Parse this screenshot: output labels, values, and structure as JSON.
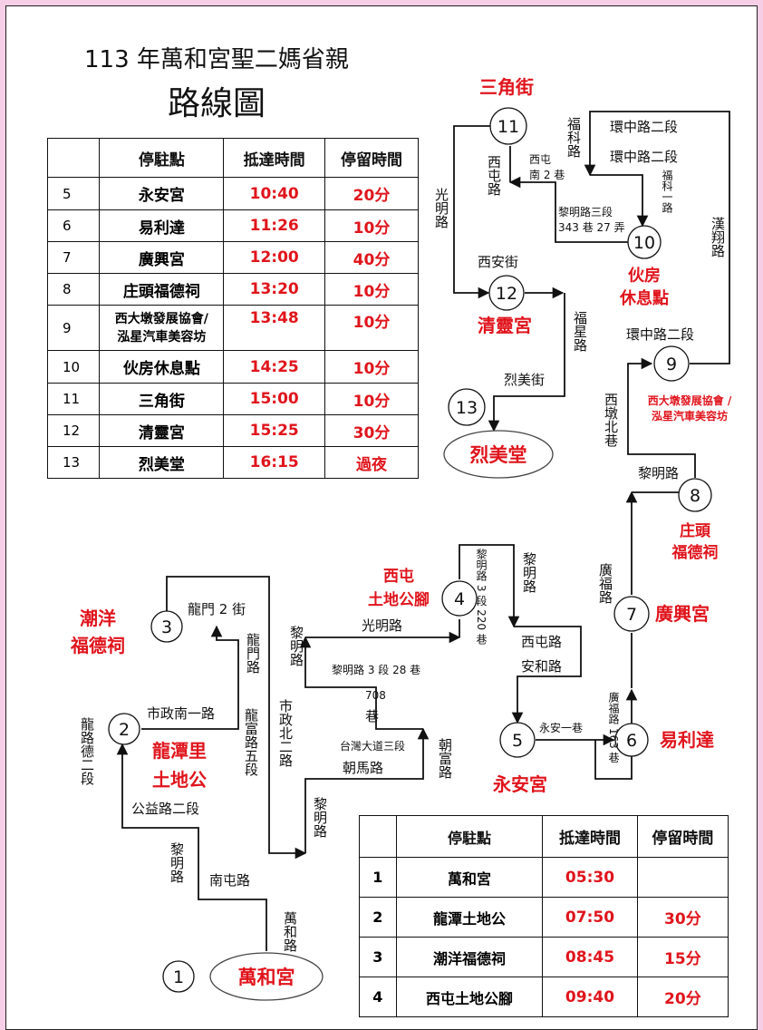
{
  "title": {
    "line1": "113 年萬和宮聖二媽省親",
    "line2": "路線圖"
  },
  "table_top": {
    "headers": [
      "",
      "停駐點",
      "抵達時間",
      "停留時間"
    ],
    "rows": [
      {
        "no": "5",
        "stop": "永安宮",
        "arrive": "10:40",
        "stay": "20分"
      },
      {
        "no": "6",
        "stop": "易利達",
        "arrive": "11:26",
        "stay": "10分"
      },
      {
        "no": "7",
        "stop": "廣興宮",
        "arrive": "12:00",
        "stay": "40分"
      },
      {
        "no": "8",
        "stop": "庄頭福德祠",
        "arrive": "13:20",
        "stay": "10分"
      },
      {
        "no": "9",
        "stop_line1": "西大墩發展協會/",
        "stop_line2": "泓星汽車美容坊",
        "arrive": "13:48",
        "stay": "10分"
      },
      {
        "no": "10",
        "stop": "伙房休息點",
        "arrive": "14:25",
        "stay": "10分"
      },
      {
        "no": "11",
        "stop": "三角街",
        "arrive": "15:00",
        "stay": "10分"
      },
      {
        "no": "12",
        "stop": "清靈宮",
        "arrive": "15:25",
        "stay": "30分"
      },
      {
        "no": "13",
        "stop": "烈美堂",
        "arrive": "16:15",
        "stay": "過夜"
      }
    ]
  },
  "table_bottom": {
    "headers": [
      "",
      "停駐點",
      "抵達時間",
      "停留時間"
    ],
    "rows": [
      {
        "no": "1",
        "stop": "萬和宮",
        "arrive": "05:30",
        "stay": ""
      },
      {
        "no": "2",
        "stop": "龍潭土地公",
        "arrive": "07:50",
        "stay": "30分"
      },
      {
        "no": "3",
        "stop": "潮洋福德祠",
        "arrive": "08:45",
        "stay": "15分"
      },
      {
        "no": "4",
        "stop": "西屯土地公腳",
        "arrive": "09:40",
        "stay": "20分"
      }
    ]
  },
  "stops": {
    "n1": "1",
    "n2": "2",
    "n3": "3",
    "n4": "4",
    "n5": "5",
    "n6": "6",
    "n7": "7",
    "n8": "8",
    "n9": "9",
    "n10": "10",
    "n11": "11",
    "n12": "12",
    "n13": "13"
  },
  "places": {
    "wanhe": "萬和宮",
    "longtan1": "龍潭里",
    "longtan2": "土地公",
    "chaoyang1": "潮洋",
    "chaoyang2": "福德祠",
    "xitun1": "西屯",
    "xitun2": "土地公腳",
    "yongan": "永安宮",
    "yilida": "易利達",
    "guangxing": "廣興宮",
    "zhuangtou1": "庄頭",
    "zhuangtou2": "福德祠",
    "xida1": "西大墩發展協會 /",
    "xida2": "泓星汽車美容坊",
    "huofang1": "伙房",
    "huofang2": "休息點",
    "sanjiao": "三角街",
    "qingling": "清靈宮",
    "liemei": "烈美堂"
  },
  "roads": {
    "wanhe_rd": "萬和路",
    "nantun_rd": "南屯路",
    "liming_rd": "黎明路",
    "gongyi": "公益路二段",
    "longlu_de2": "龍路德二段",
    "shizheng_s1": "市政南一路",
    "longfu5": "龍富路五段",
    "longmen_rd": "龍門路",
    "longmen2": "龍門 2 街",
    "shizheng_n2": "市政北二路",
    "liming_rd2": "黎明路",
    "chaoma": "朝馬路",
    "taiwan3": "台灣大道三段",
    "chaofu": "朝富路",
    "alley708a": "708",
    "alley708b": "巷",
    "liming3_28": "黎明路 3 段 28 巷",
    "liming_rd3": "黎明路",
    "guangming": "光明路",
    "liming3_220": "黎明路 3 段 220 巷",
    "liming_rd4": "黎明路",
    "xitun_rd": "西屯路",
    "anhe": "安和路",
    "yongan1": "永安一巷",
    "guangfu163": "廣福路 163 巷",
    "guangfu": "廣福路",
    "liming_rd5": "黎明路",
    "xidunbei": "西墩北巷",
    "huanzhong2a": "環中路二段",
    "hanxiang": "漢翔路",
    "lieme_st": "烈美街",
    "fuxing": "福星路",
    "xian_st": "西安街",
    "guangming2": "光明路",
    "xitun_rd2": "西屯路",
    "xitun_s2a": "西屯",
    "xitun_s2b": "南 2 巷",
    "fuke": "福科路",
    "huanzhong2b": "環中路二段",
    "huanzhong2c": "環中路二段",
    "fuke1": "福科一路",
    "liming3_343a": "黎明路三段",
    "liming3_343b": "343 巷 27 弄"
  },
  "colors": {
    "accent": "#e0141c",
    "frame": "#f6cfe6"
  }
}
